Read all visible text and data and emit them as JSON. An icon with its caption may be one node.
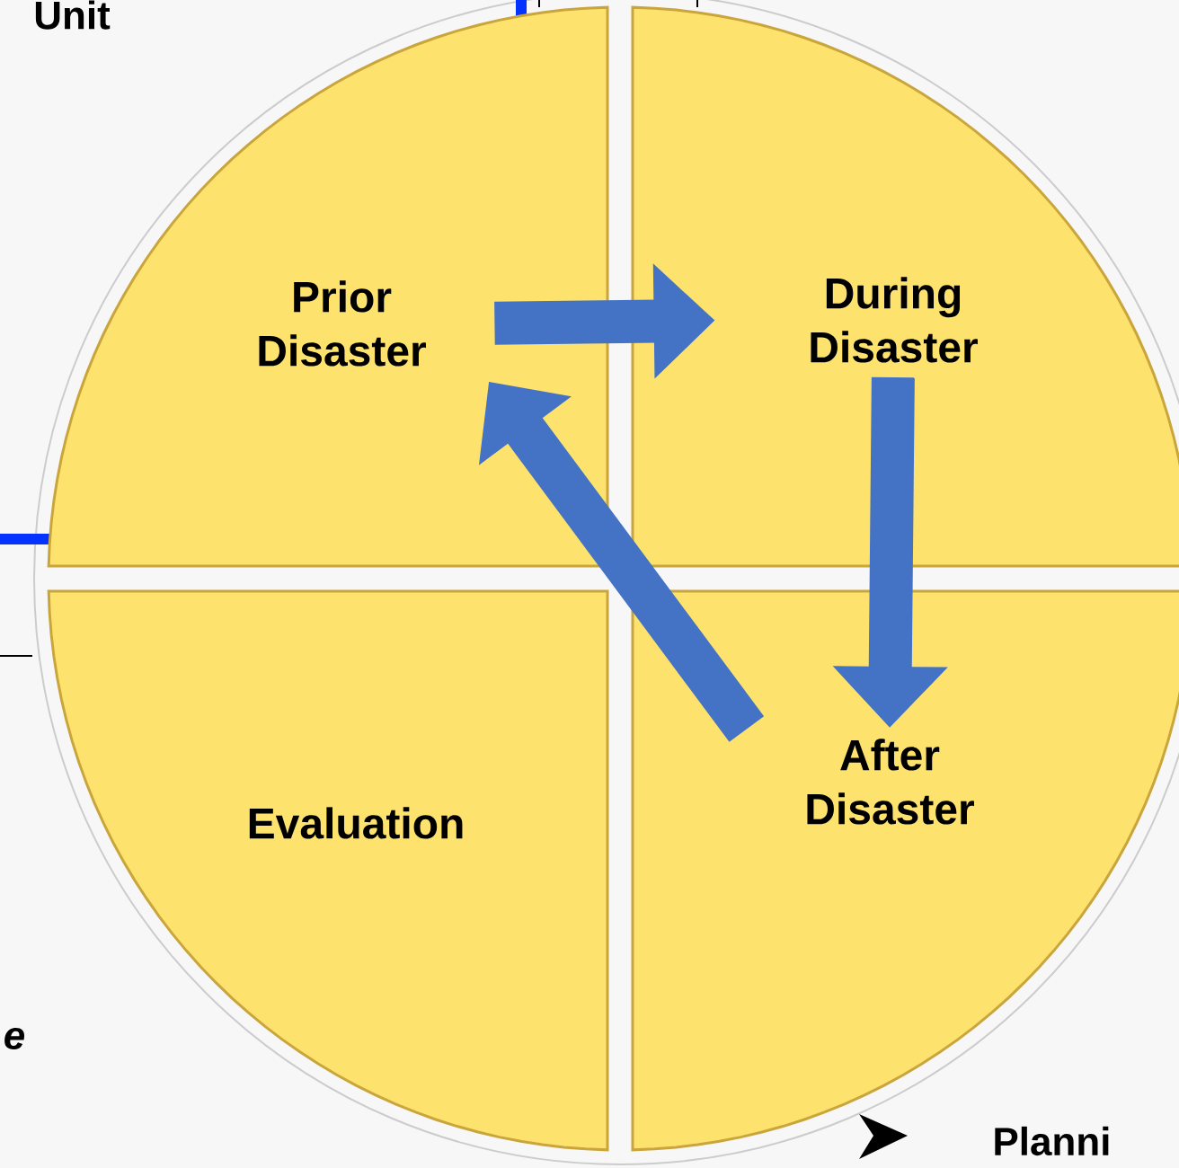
{
  "diagram": {
    "nodes": [
      {
        "text": [
          "Prior Disaster"
        ]
      },
      {
        "text": [
          "During Disaster"
        ]
      },
      {
        "text": [
          "After Disaster"
        ]
      },
      {
        "text": [
          "Evaluation"
        ]
      }
    ],
    "edges": [
      {
        "from": 0,
        "to": 1,
        "arrow": "to"
      },
      {
        "from": 1,
        "to": 2,
        "arrow": "to"
      },
      {
        "from": 2,
        "to": 0,
        "arrow": "to"
      }
    ],
    "labels": [
      "Unit",
      "e",
      "Planni"
    ]
  }
}
